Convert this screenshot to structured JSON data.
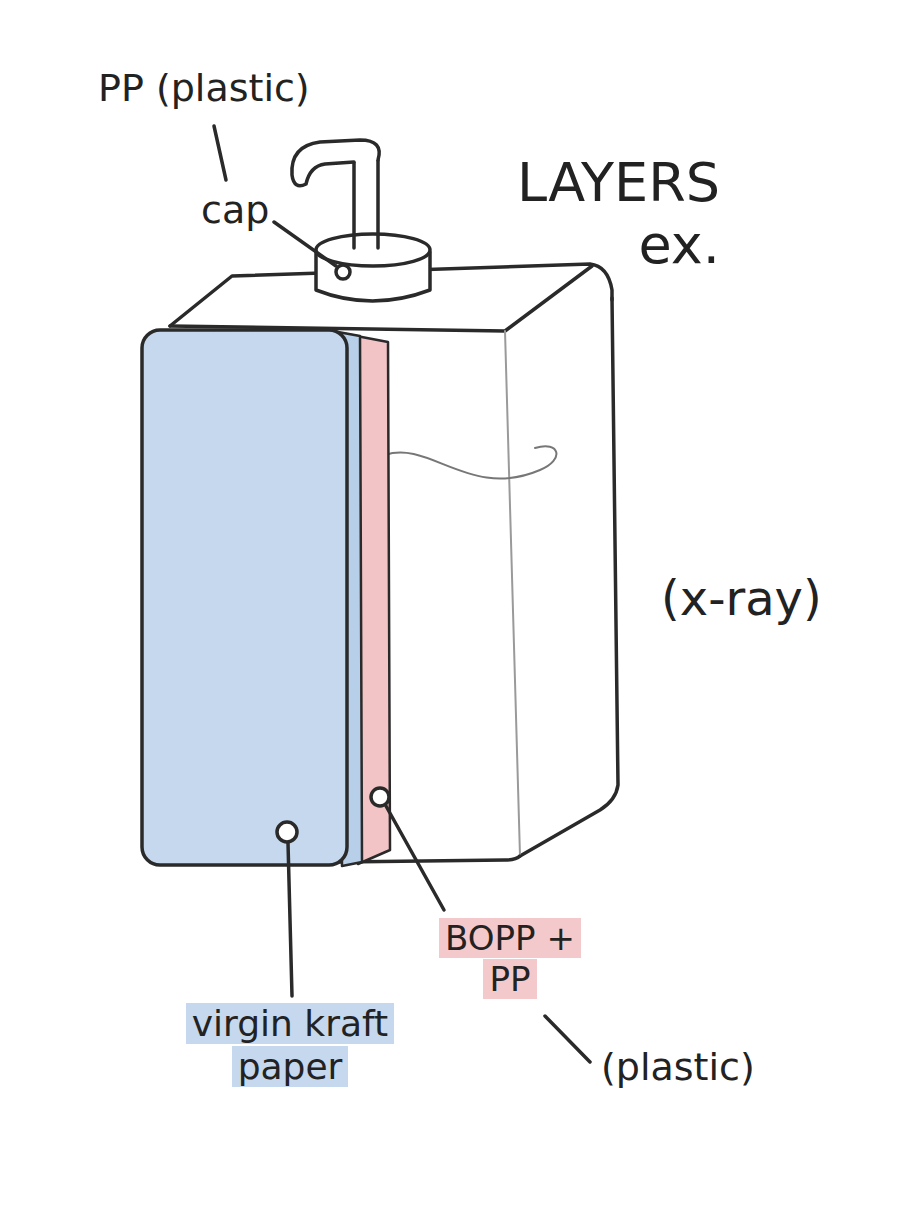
{
  "diagram": {
    "title": "LAYERS ex.",
    "labels": [
      "PP (plastic)",
      "cap",
      "(x-ray)",
      "virgin kraft paper",
      "BOPP + PP",
      "(plastic)"
    ]
  }
}
